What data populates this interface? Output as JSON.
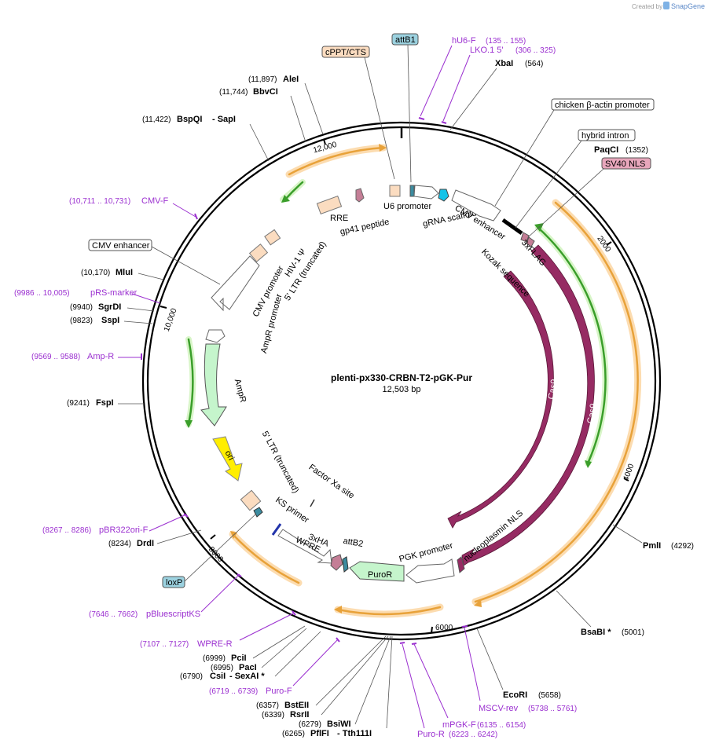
{
  "header": {
    "credit": "Created by",
    "brand": "SnapGene"
  },
  "plasmid": {
    "name": "plenti-px330-CRBN-T2-pGK-Pur",
    "size": "12,503 bp"
  },
  "colors": {
    "cas9": "#962b63",
    "orange": "#e8a23a",
    "green": "#3a9e2a",
    "peach": "#fbdcc0",
    "mint": "#c5f5cc",
    "yellow": "#ffee00",
    "cyan": "#14c3e8",
    "teal": "#3c8ca0",
    "mauve": "#c47e96",
    "primer": "#9b30d0"
  },
  "ticks": [
    "2000",
    "4000",
    "6000",
    "8000",
    "10,000",
    "12,000"
  ],
  "boxed": {
    "cppt": "cPPT/CTS",
    "attb1": "attB1",
    "actin": "chicken β-actin promoter",
    "hybrid": "hybrid intron",
    "sv40": "SV40 NLS",
    "cmvenh": "CMV enhancer",
    "loxp": "loxP"
  },
  "sites": [
    {
      "name": "AleI",
      "pos": "(11,897)"
    },
    {
      "name": "BbvCI",
      "pos": "(11,744)"
    },
    {
      "name": "BspQI",
      "pos": "(11,422)",
      "extra": "- SapI"
    },
    {
      "name": "XbaI",
      "pos": "(564)"
    },
    {
      "name": "PaqCI",
      "pos": "(1352)"
    },
    {
      "name": "MluI",
      "pos": "(10,170)"
    },
    {
      "name": "SgrDI",
      "pos": "(9940)"
    },
    {
      "name": "SspI",
      "pos": "(9823)"
    },
    {
      "name": "FspI",
      "pos": "(9241)"
    },
    {
      "name": "DrdI",
      "pos": "(8234)"
    },
    {
      "name": "PmlI",
      "pos": "(4292)"
    },
    {
      "name": "BsaBI *",
      "pos": "(5001)"
    },
    {
      "name": "EcoRI",
      "pos": "(5658)"
    },
    {
      "name": "PciI",
      "pos": "(6999)"
    },
    {
      "name": "PacI",
      "pos": "(6995)"
    },
    {
      "name": "CsiI",
      "pos": "(6790)",
      "extra": "- SexAI *"
    },
    {
      "name": "BstEII",
      "pos": "(6357)"
    },
    {
      "name": "RsrII",
      "pos": "(6339)"
    },
    {
      "name": "BsiWI",
      "pos": "(6279)"
    },
    {
      "name": "PflFI",
      "pos": "(6265)",
      "extra": "- Tth111I"
    }
  ],
  "primers": [
    {
      "name": "hU6-F",
      "pos": "(135 .. 155)"
    },
    {
      "name": "LKO.1 5'",
      "pos": "(306 .. 325)"
    },
    {
      "name": "CMV-F",
      "pos": "(10,711 .. 10,731)"
    },
    {
      "name": "pRS-marker",
      "pos": "(9986 .. 10,005)"
    },
    {
      "name": "Amp-R",
      "pos": "(9569 .. 9588)"
    },
    {
      "name": "pBR322ori-F",
      "pos": "(8267 .. 8286)"
    },
    {
      "name": "pBluescriptKS",
      "pos": "(7646 .. 7662)"
    },
    {
      "name": "WPRE-R",
      "pos": "(7107 .. 7127)"
    },
    {
      "name": "Puro-F",
      "pos": "(6719 .. 6739)"
    },
    {
      "name": "MSCV-rev",
      "pos": "(5738 .. 5761)"
    },
    {
      "name": "mPGK-F",
      "pos": "(6135 .. 6154)"
    },
    {
      "name": "Puro-R",
      "pos": "(6223 .. 6242)"
    }
  ],
  "features": {
    "rre": "RRE",
    "gp41": "gp41 peptide",
    "u6": "U6 promoter",
    "grna": "gRNA scaffold",
    "cmvenh_in": "CMV enhancer",
    "flag": "3xFLAG",
    "kozak": "Kozak sequence",
    "hiv": "HIV-1 Ψ",
    "ltr5": "5' LTR (truncated)",
    "cmvprom": "CMV promoter",
    "ampprom": "AmpR promoter",
    "ampr": "AmpR",
    "ltr5b": "5' LTR (truncated)",
    "ori": "ori",
    "factorxa": "Factor Xa site",
    "ks": "KS primer",
    "wpre": "WPRE",
    "ha": "3xHA",
    "attb2": "attB2",
    "puror": "PuroR",
    "pgk": "PGK promoter",
    "nucleo": "nucleoplasmin NLS",
    "cas9a": "Cas9",
    "cas9b": "Cas9"
  }
}
